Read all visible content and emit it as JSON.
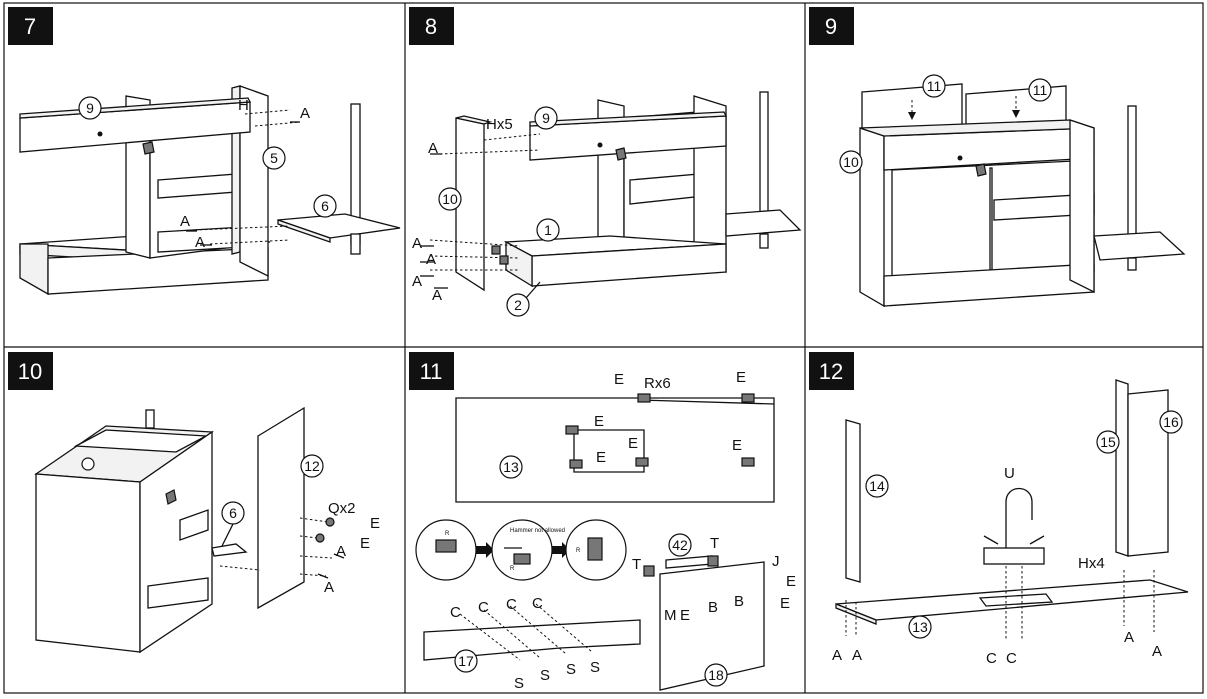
{
  "steps": [
    {
      "number": "7",
      "labels": {
        "h": "H",
        "a1": "A",
        "a2": "A",
        "a3": "A"
      },
      "parts": {
        "p9": "9",
        "p5": "5",
        "p6": "6"
      }
    },
    {
      "number": "8",
      "labels": {
        "hx5": "Hx5",
        "a1": "A",
        "a2": "A",
        "a3": "A",
        "a4": "A",
        "a5": "A"
      },
      "parts": {
        "p9": "9",
        "p10": "10",
        "p1": "1",
        "p2": "2"
      }
    },
    {
      "number": "9",
      "labels": {},
      "parts": {
        "p11a": "11",
        "p11b": "11",
        "p10": "10"
      }
    },
    {
      "number": "10",
      "labels": {
        "qx2": "Qx2",
        "e1": "E",
        "e2": "E",
        "a1": "A",
        "a2": "A"
      },
      "parts": {
        "p12": "12",
        "p6": "6"
      }
    },
    {
      "number": "11",
      "labels": {
        "rx6": "Rx6",
        "e1": "E",
        "e2": "E",
        "e3": "E",
        "e4": "E",
        "e5": "E",
        "e6": "E",
        "e7": "E",
        "e8": "E",
        "e9": "E",
        "c1": "C",
        "c2": "C",
        "c3": "C",
        "c4": "C",
        "s1": "S",
        "s2": "S",
        "s3": "S",
        "s4": "S",
        "t1": "T",
        "t2": "T",
        "j": "J",
        "m": "M",
        "b1": "B",
        "b2": "B",
        "r1": "R",
        "r2": "R",
        "r3": "R",
        "note": "Hammer not allowed"
      },
      "parts": {
        "p13": "13",
        "p42": "42",
        "p17": "17",
        "p18": "18"
      }
    },
    {
      "number": "12",
      "labels": {
        "u": "U",
        "hx4": "Hx4",
        "a1": "A",
        "a2": "A",
        "a3": "A",
        "a4": "A",
        "c1": "C",
        "c2": "C"
      },
      "parts": {
        "p14": "14",
        "p15": "15",
        "p16": "16",
        "p13": "13"
      }
    }
  ]
}
